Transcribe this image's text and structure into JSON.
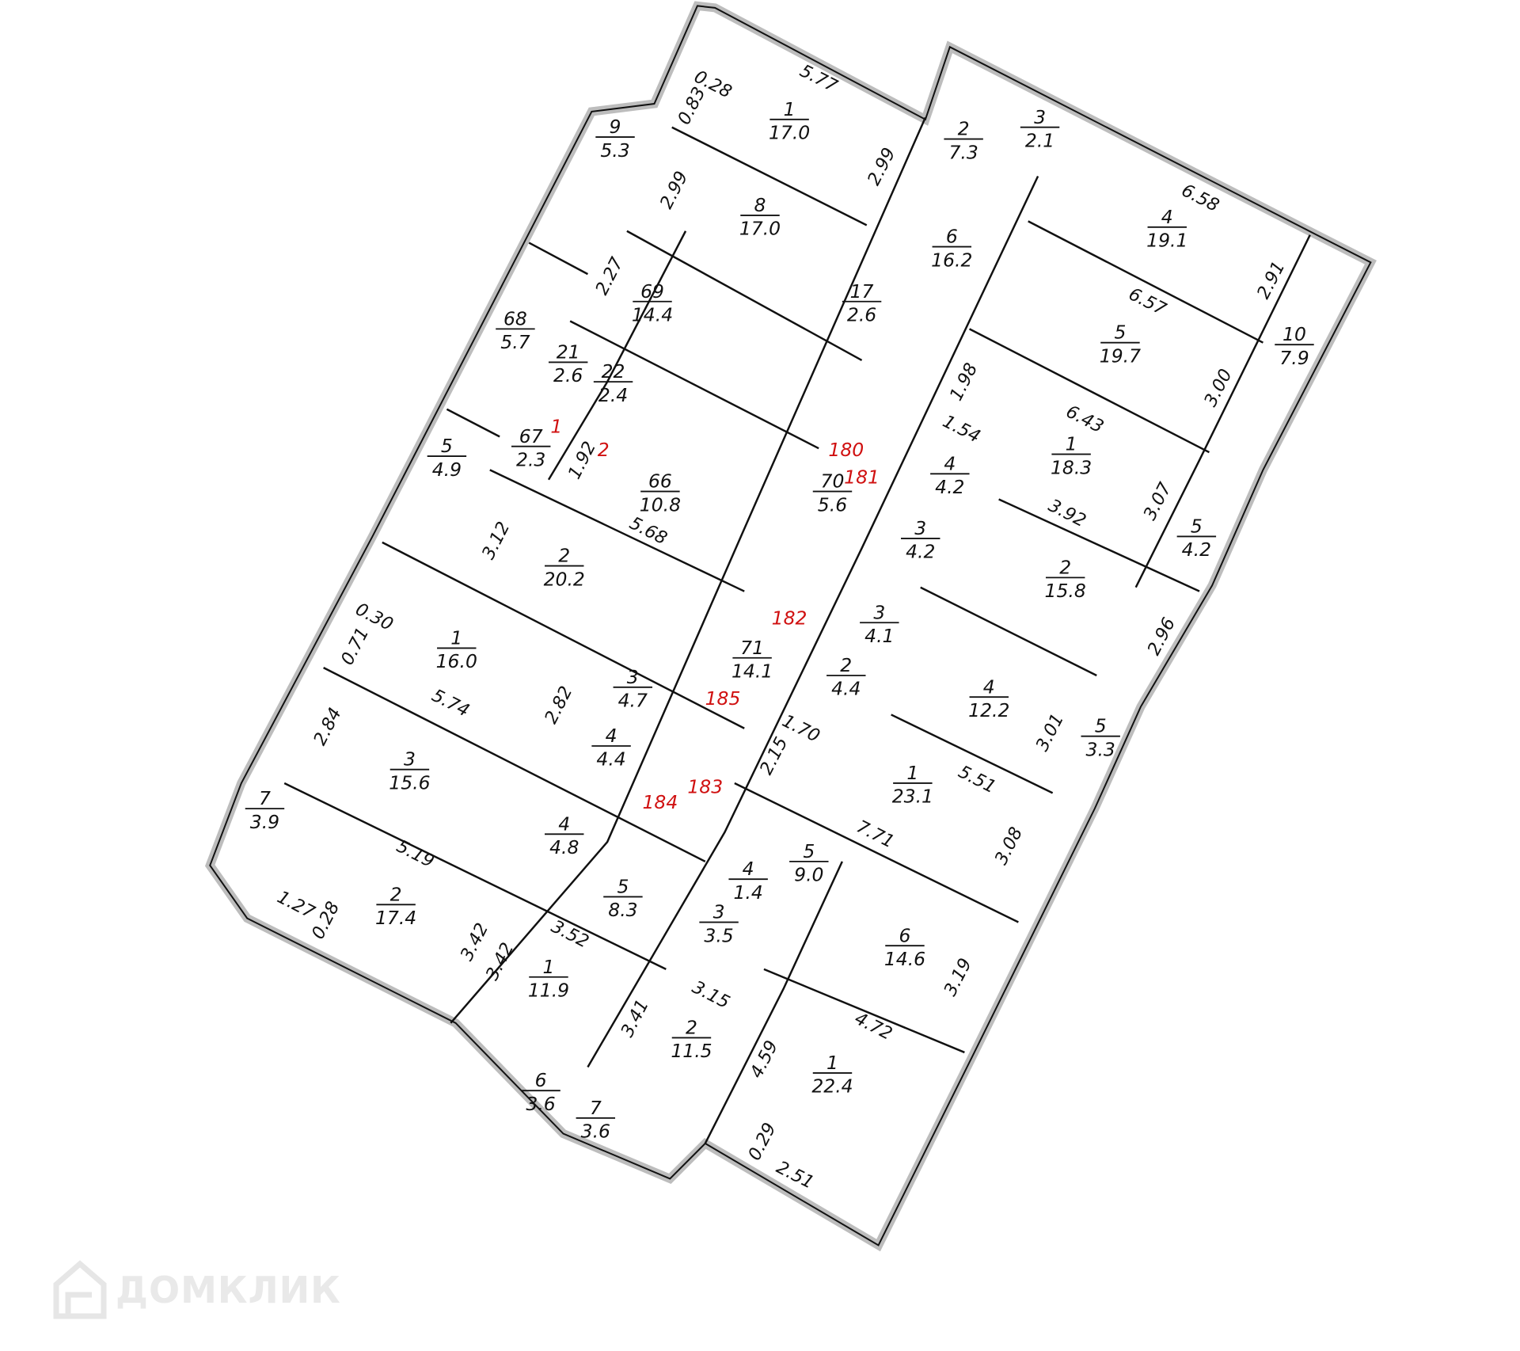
{
  "rooms": [
    {
      "no": "1",
      "area": "17.0"
    },
    {
      "no": "9",
      "area": "5.3"
    },
    {
      "no": "8",
      "area": "17.0"
    },
    {
      "no": "2",
      "area": "7.3"
    },
    {
      "no": "3",
      "area": "2.1"
    },
    {
      "no": "6",
      "area": "16.2"
    },
    {
      "no": "4",
      "area": "19.1"
    },
    {
      "no": "69",
      "area": "14.4"
    },
    {
      "no": "17",
      "area": "2.6"
    },
    {
      "no": "5",
      "area": "19.7"
    },
    {
      "no": "10",
      "area": "7.9"
    },
    {
      "no": "68",
      "area": "5.7"
    },
    {
      "no": "21",
      "area": "2.6"
    },
    {
      "no": "22",
      "area": "2.4"
    },
    {
      "no": "1",
      "area": "18.3"
    },
    {
      "no": "67",
      "area": "2.3"
    },
    {
      "no": "5",
      "area": "4.9"
    },
    {
      "no": "66",
      "area": "10.8"
    },
    {
      "no": "70",
      "area": "5.6"
    },
    {
      "no": "4",
      "area": "4.2"
    },
    {
      "no": "3",
      "area": "4.2"
    },
    {
      "no": "5",
      "area": "4.2"
    },
    {
      "no": "2",
      "area": "20.2"
    },
    {
      "no": "2",
      "area": "15.8"
    },
    {
      "no": "1",
      "area": "16.0"
    },
    {
      "no": "3",
      "area": "4.1"
    },
    {
      "no": "71",
      "area": "14.1"
    },
    {
      "no": "3",
      "area": "4.7"
    },
    {
      "no": "2",
      "area": "4.4"
    },
    {
      "no": "4",
      "area": "12.2"
    },
    {
      "no": "4",
      "area": "4.4"
    },
    {
      "no": "5",
      "area": "3.3"
    },
    {
      "no": "3",
      "area": "15.6"
    },
    {
      "no": "1",
      "area": "23.1"
    },
    {
      "no": "7",
      "area": "3.9"
    },
    {
      "no": "4",
      "area": "4.8"
    },
    {
      "no": "5",
      "area": "9.0"
    },
    {
      "no": "4",
      "area": "1.4"
    },
    {
      "no": "5",
      "area": "8.3"
    },
    {
      "no": "2",
      "area": "17.4"
    },
    {
      "no": "3",
      "area": "3.5"
    },
    {
      "no": "6",
      "area": "14.6"
    },
    {
      "no": "1",
      "area": "11.9"
    },
    {
      "no": "2",
      "area": "11.5"
    },
    {
      "no": "1",
      "area": "22.4"
    },
    {
      "no": "6",
      "area": "3.6"
    },
    {
      "no": "7",
      "area": "3.6"
    }
  ],
  "flat_numbers": [
    "1",
    "2",
    "180",
    "181",
    "182",
    "185",
    "183",
    "184"
  ],
  "dimensions": [
    "5.77",
    "0.28",
    "0.83",
    "2.99",
    "2.99",
    "6.58",
    "2.27",
    "6.57",
    "2.91",
    "1.98",
    "6.43",
    "3.00",
    "1.54",
    "1.92",
    "3.92",
    "3.07",
    "5.68",
    "3.12",
    "0.30",
    "0.71",
    "2.96",
    "2.82",
    "5.74",
    "2.84",
    "1.70",
    "2.15",
    "3.01",
    "5.51",
    "3.08",
    "7.71",
    "5.19",
    "1.27",
    "0.28",
    "3.42",
    "3.42",
    "3.52",
    "3.19",
    "3.15",
    "4.72",
    "3.41",
    "4.59",
    "0.29",
    "2.51"
  ],
  "colors": {
    "walls": "#bdbdbd",
    "lines": "#111111",
    "flat_numbers": "#d01010",
    "watermark": "#e9e9e9"
  },
  "watermark": {
    "text": "ДОМКЛИК",
    "icon": "house-icon"
  }
}
